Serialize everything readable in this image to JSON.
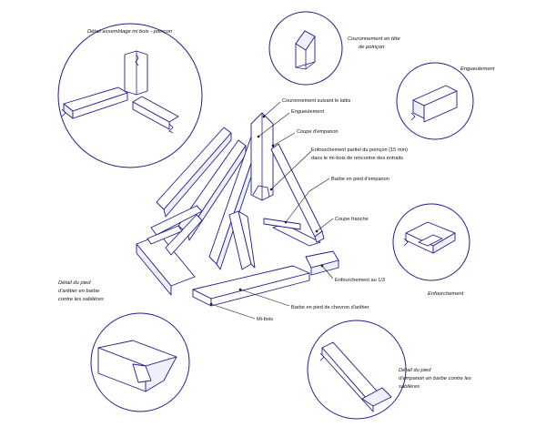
{
  "labels": {
    "detail_assemblage": "Détail assemblage mi bois - poinçon",
    "couronnement_tete_1": "Couronnement en tête",
    "couronnement_tete_2": "de poinçon",
    "engueulement_detail": "Engueulement",
    "couronnement_lattis": "Couronnement suivant le lattis",
    "engueulement": "Engueulement",
    "coupe_empanon": "Coupe d'empanon",
    "enfourchement_partiel_1": "Enfourchement partiel du poinçon (15 mm)",
    "enfourchement_partiel_2": "dans le mi-bois de rencontre des entraits",
    "barbe_pied_empanon": "Barbe en pied d'empanon",
    "coupe_franche": "Coupe franche",
    "enfourchement_tiers": "Enfourchement au 1/3",
    "enfourchement_detail": "Enfourchement",
    "barbe_chevron_arretier": "Barbe en pied de chevron d'arêtier",
    "mi_bois": "Mi-bois",
    "detail_pied_arretier_1": "Détail du pied",
    "detail_pied_arretier_2": "d'arêtier en barbe",
    "detail_pied_arretier_3": "contre les sablières",
    "detail_pied_empanon_1": "Détail du pied",
    "detail_pied_empanon_2": "d'empanon en barbe contre les",
    "detail_pied_empanon_3": "sablières"
  },
  "colors": {
    "ink": "#1f1f8a",
    "leader": "#1a1a1a"
  }
}
